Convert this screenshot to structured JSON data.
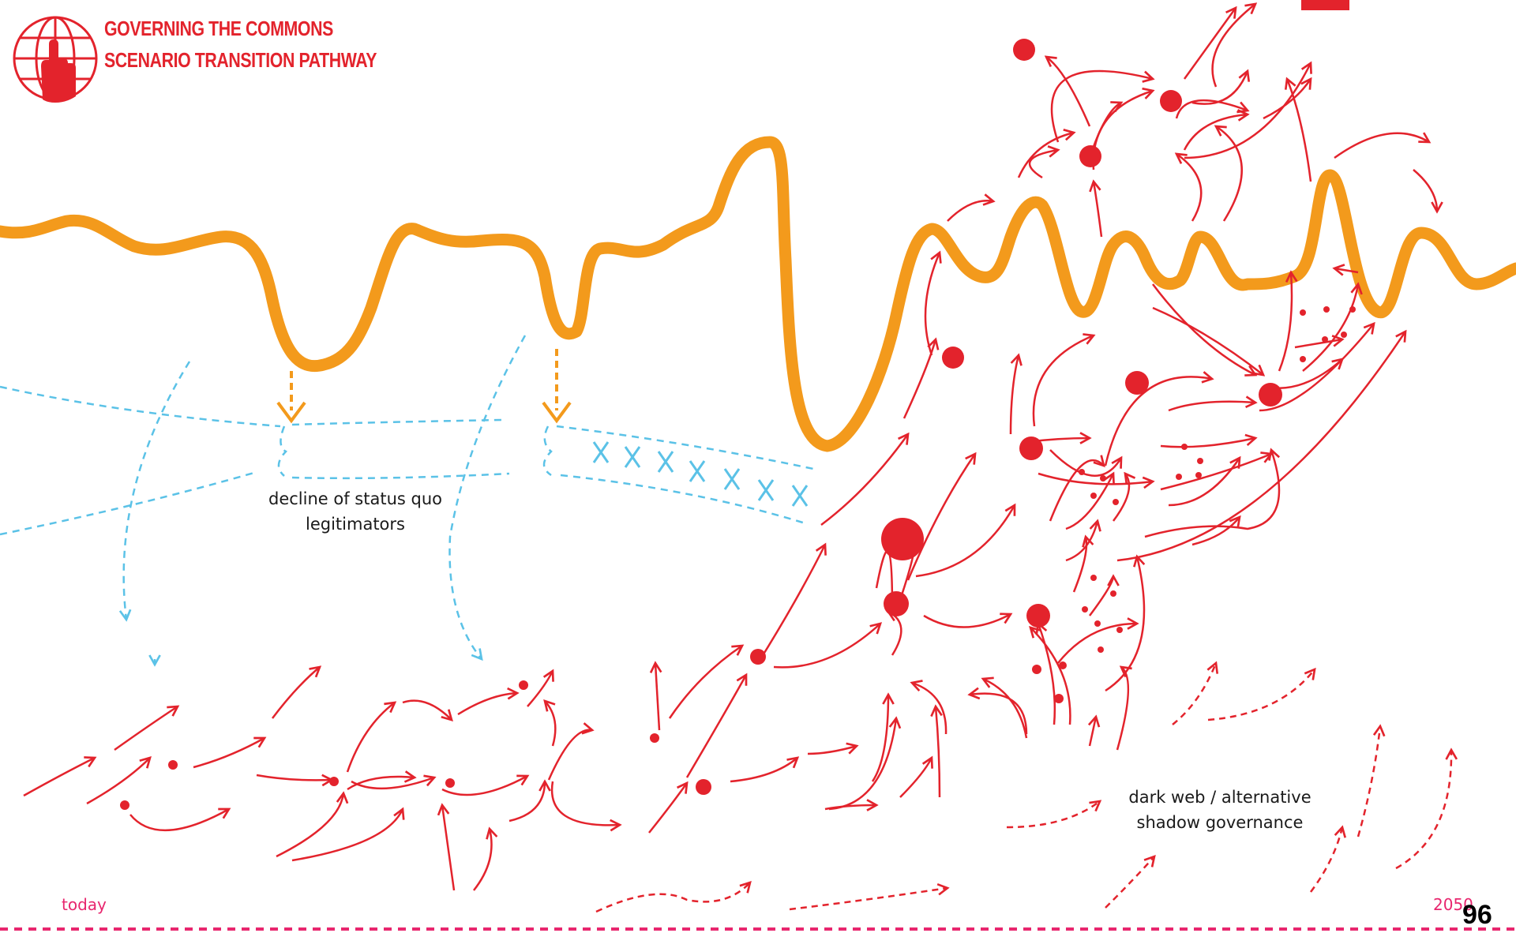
{
  "header": {
    "title_line1": "GOVERNING THE COMMONS",
    "title_line2": "SCENARIO TRANSITION PATHWAY"
  },
  "labels": {
    "decline": "decline of status quo legitimators",
    "dark_web": "dark web / alternative shadow governance"
  },
  "timeline": {
    "start": "today",
    "end": "2050"
  },
  "page_number": "96",
  "colors": {
    "accent_red": "#e3232c",
    "orange": "#f39a1c",
    "blue_dashed": "#5bc2e7",
    "timeline_pink": "#e8266e"
  },
  "icons": {
    "logo": "globe-with-raised-hand-icon"
  }
}
